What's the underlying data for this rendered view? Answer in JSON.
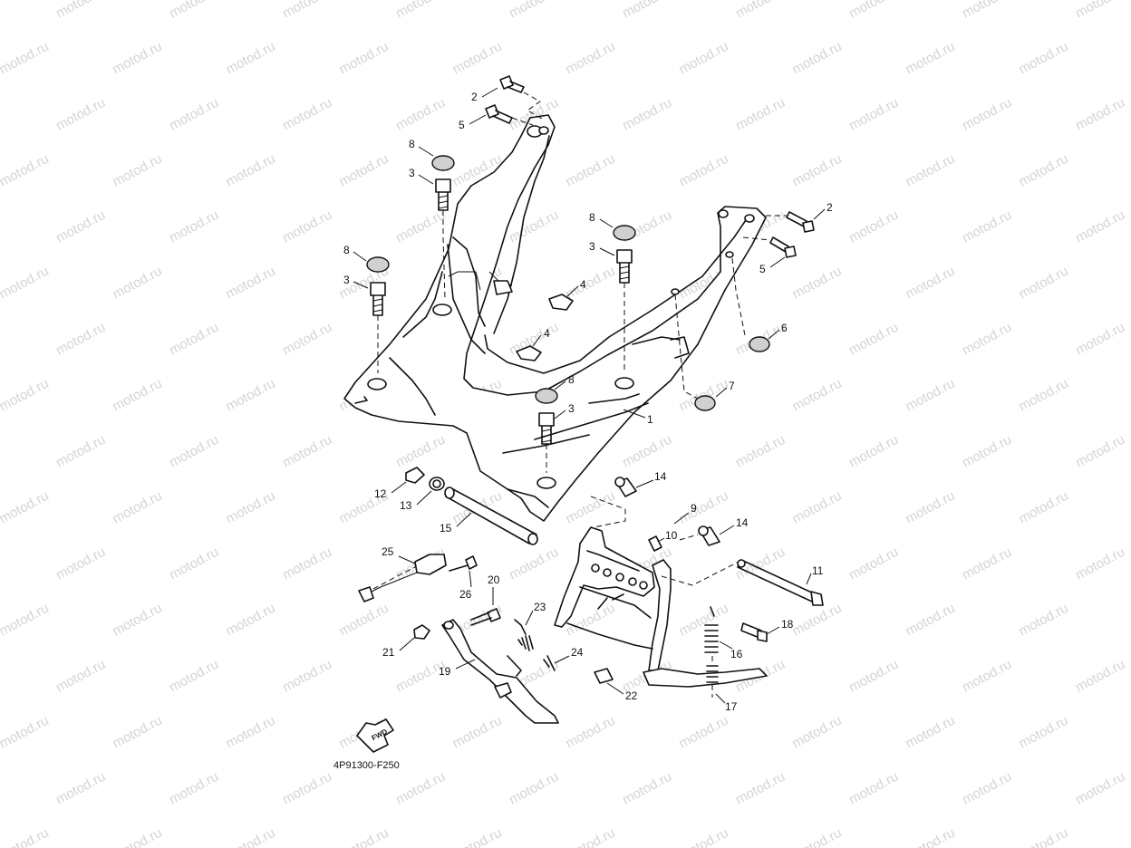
{
  "watermark": {
    "text": "motod.ru",
    "color": "#d4d4d4"
  },
  "diagram_code": "4P91300-F250",
  "fwd_arrow_label": "FWD",
  "callouts": [
    "1",
    "2",
    "2",
    "3",
    "3",
    "3",
    "3",
    "4",
    "4",
    "5",
    "5",
    "6",
    "7",
    "8",
    "8",
    "8",
    "8",
    "9",
    "10",
    "11",
    "12",
    "13",
    "14",
    "14",
    "15",
    "16",
    "17",
    "18",
    "19",
    "20",
    "21",
    "22",
    "23",
    "24",
    "25",
    "26"
  ]
}
